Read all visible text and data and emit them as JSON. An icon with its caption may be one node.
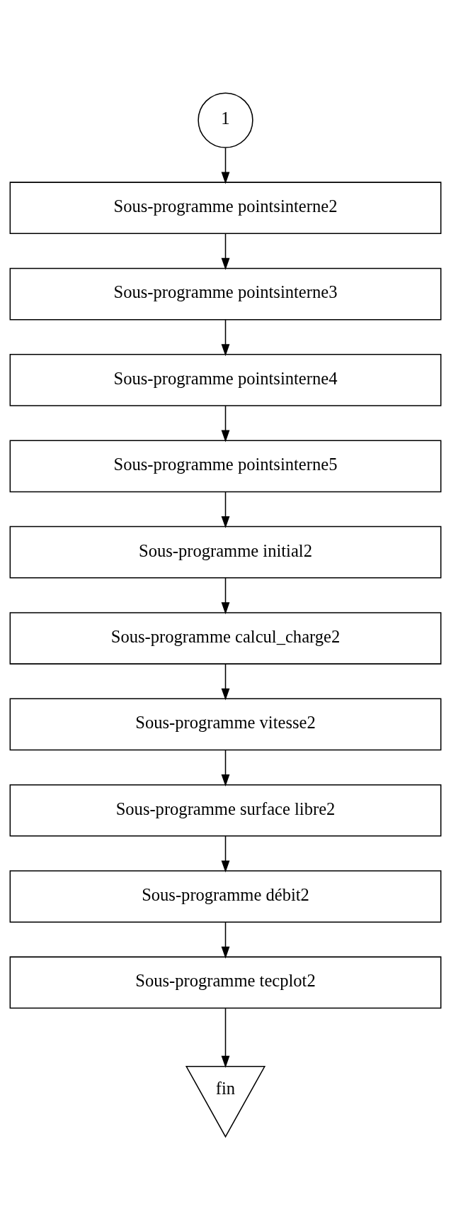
{
  "diagram": {
    "nodes": [
      {
        "text": [
          "1"
        ]
      },
      {
        "text": [
          "Sous-programme pointsinterne2"
        ]
      },
      {
        "text": [
          "Sous-programme pointsinterne3"
        ]
      },
      {
        "text": [
          "Sous-programme pointsinterne4"
        ]
      },
      {
        "text": [
          "Sous-programme pointsinterne5"
        ]
      },
      {
        "text": [
          "Sous-programme initial2"
        ]
      },
      {
        "text": [
          "Sous-programme calcul_charge2"
        ]
      },
      {
        "text": [
          "Sous-programme vitesse2"
        ]
      },
      {
        "text": [
          "Sous-programme surface libre2"
        ]
      },
      {
        "text": [
          "Sous-programme débit2"
        ]
      },
      {
        "text": [
          "Sous-programme tecplot2"
        ]
      },
      {
        "text": [
          "fin"
        ]
      }
    ],
    "edges": [
      {
        "from": 0,
        "to": 1,
        "arrow": "to"
      },
      {
        "from": 1,
        "to": 2,
        "arrow": "to"
      },
      {
        "from": 2,
        "to": 3,
        "arrow": "to"
      },
      {
        "from": 3,
        "to": 4,
        "arrow": "to"
      },
      {
        "from": 4,
        "to": 5,
        "arrow": "to"
      },
      {
        "from": 5,
        "to": 6,
        "arrow": "to"
      },
      {
        "from": 6,
        "to": 7,
        "arrow": "to"
      },
      {
        "from": 7,
        "to": 8,
        "arrow": "to"
      },
      {
        "from": 8,
        "to": 9,
        "arrow": "to"
      },
      {
        "from": 9,
        "to": 10,
        "arrow": "to"
      },
      {
        "from": 10,
        "to": 11,
        "arrow": "to"
      }
    ]
  }
}
